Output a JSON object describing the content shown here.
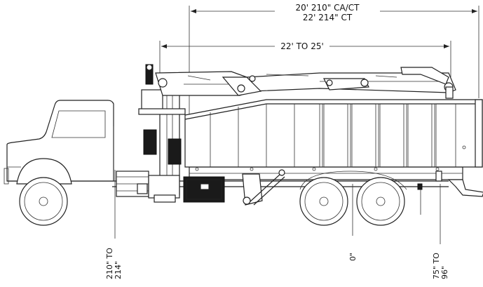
{
  "dimensions": {
    "top_primary": "20' 210\" CA/CT",
    "top_secondary": "22' 214\" CT",
    "body_length": "22' TO 25'",
    "front_vertical": [
      "210\" TO",
      "214\""
    ],
    "axle_vertical": "0\"",
    "rear_vertical": [
      "75\" TO",
      "96\""
    ]
  },
  "colors": {
    "line": "#222222",
    "background": "#ffffff"
  }
}
